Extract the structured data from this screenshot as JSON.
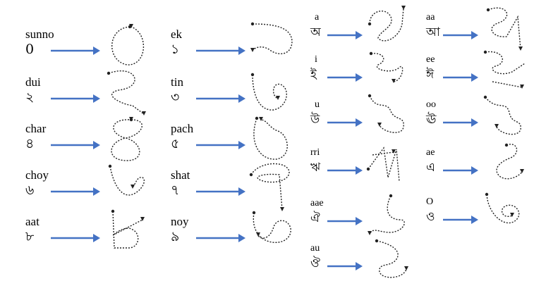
{
  "columns": [
    {
      "items": [
        {
          "name": "sunno",
          "glyph": "0",
          "stroke": "loop"
        },
        {
          "name": "dui",
          "glyph": "২",
          "stroke": "s"
        },
        {
          "name": "char",
          "glyph": "৪",
          "stroke": "eight"
        },
        {
          "name": "choy",
          "glyph": "৬",
          "stroke": "hook"
        },
        {
          "name": "aat",
          "glyph": "৮",
          "stroke": "aat"
        }
      ]
    },
    {
      "items": [
        {
          "name": "ek",
          "glyph": "১",
          "stroke": "ek"
        },
        {
          "name": "tin",
          "glyph": "৩",
          "stroke": "tin"
        },
        {
          "name": "pach",
          "glyph": "৫",
          "stroke": "pach"
        },
        {
          "name": "shat",
          "glyph": "৭",
          "stroke": "shat"
        },
        {
          "name": "noy",
          "glyph": "৯",
          "stroke": "noy"
        }
      ]
    },
    {
      "items": [
        {
          "name": "a",
          "glyph": "অ",
          "stroke": "vowel1"
        },
        {
          "name": "i",
          "glyph": "ই",
          "stroke": "vowel2"
        },
        {
          "name": "u",
          "glyph": "উ",
          "stroke": "vowel3"
        },
        {
          "name": "rri",
          "glyph": "ঋ",
          "stroke": "vowel4"
        },
        {
          "name": "aae",
          "glyph": "ঐ",
          "stroke": "vowel5"
        },
        {
          "name": "au",
          "glyph": "ঔ",
          "stroke": "vowel6"
        }
      ]
    },
    {
      "items": [
        {
          "name": "aa",
          "glyph": "আ",
          "stroke": "vowel7"
        },
        {
          "name": "ee",
          "glyph": "ঈ",
          "stroke": "vowel8"
        },
        {
          "name": "oo",
          "glyph": "ঊ",
          "stroke": "vowel9"
        },
        {
          "name": "ae",
          "glyph": "এ",
          "stroke": "vowel10"
        },
        {
          "name": "O",
          "glyph": "ও",
          "stroke": "vowel11"
        }
      ]
    }
  ],
  "colors": {
    "arrow": "#4472c4",
    "stroke": "#222222",
    "text": "#000000"
  }
}
